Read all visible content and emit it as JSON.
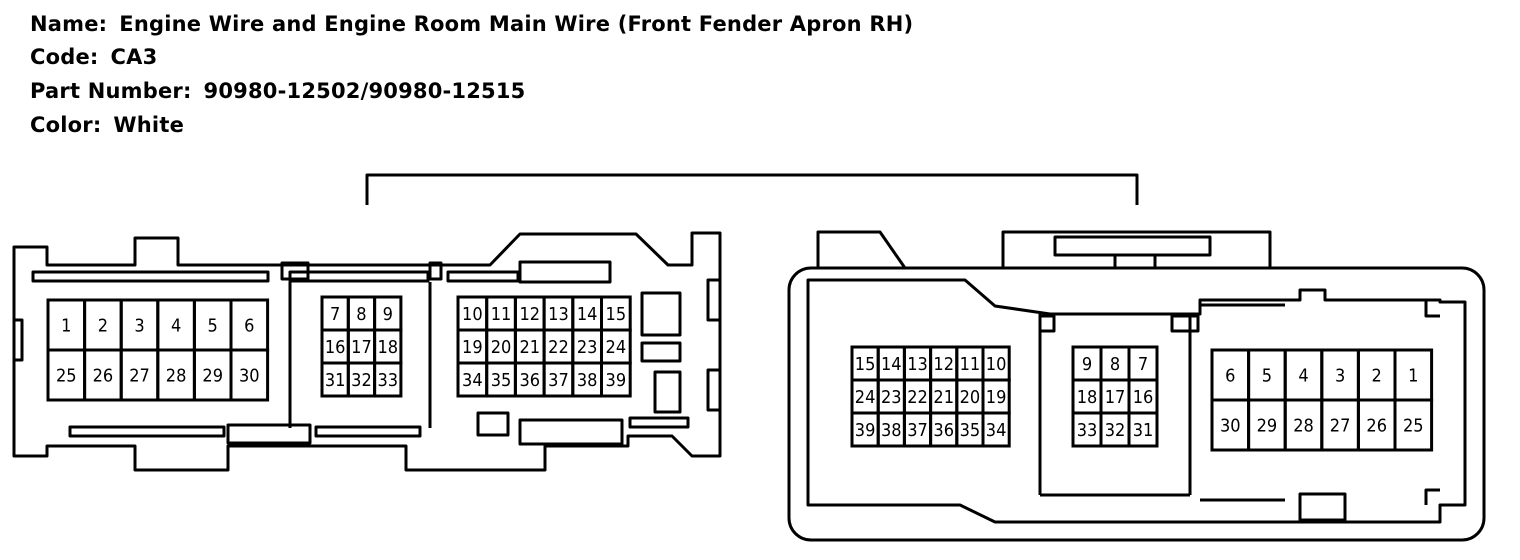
{
  "info": {
    "name_label": "Name:",
    "name_value": "Engine Wire and Engine Room Main Wire (Front Fender Apron RH)",
    "code_label": "Code:",
    "code_value": "CA3",
    "part_label": "Part Number:",
    "part_value": "90980-12502/90980-12515",
    "color_label": "Color:",
    "color_value": "White"
  },
  "connectors": {
    "left": {
      "block_a": [
        [
          "1",
          "2",
          "3",
          "4",
          "5",
          "6"
        ],
        [
          "25",
          "26",
          "27",
          "28",
          "29",
          "30"
        ]
      ],
      "block_b": [
        [
          "7",
          "8",
          "9"
        ],
        [
          "16",
          "17",
          "18"
        ],
        [
          "31",
          "32",
          "33"
        ]
      ],
      "block_c": [
        [
          "10",
          "11",
          "12",
          "13",
          "14",
          "15"
        ],
        [
          "19",
          "20",
          "21",
          "22",
          "23",
          "24"
        ],
        [
          "34",
          "35",
          "36",
          "37",
          "38",
          "39"
        ]
      ]
    },
    "right": {
      "block_a": [
        [
          "15",
          "14",
          "13",
          "12",
          "11",
          "10"
        ],
        [
          "24",
          "23",
          "22",
          "21",
          "20",
          "19"
        ],
        [
          "39",
          "38",
          "37",
          "36",
          "35",
          "34"
        ]
      ],
      "block_b": [
        [
          "9",
          "8",
          "7"
        ],
        [
          "18",
          "17",
          "16"
        ],
        [
          "33",
          "32",
          "31"
        ]
      ],
      "block_c": [
        [
          "6",
          "5",
          "4",
          "3",
          "2",
          "1"
        ],
        [
          "30",
          "29",
          "28",
          "27",
          "26",
          "25"
        ]
      ]
    }
  }
}
